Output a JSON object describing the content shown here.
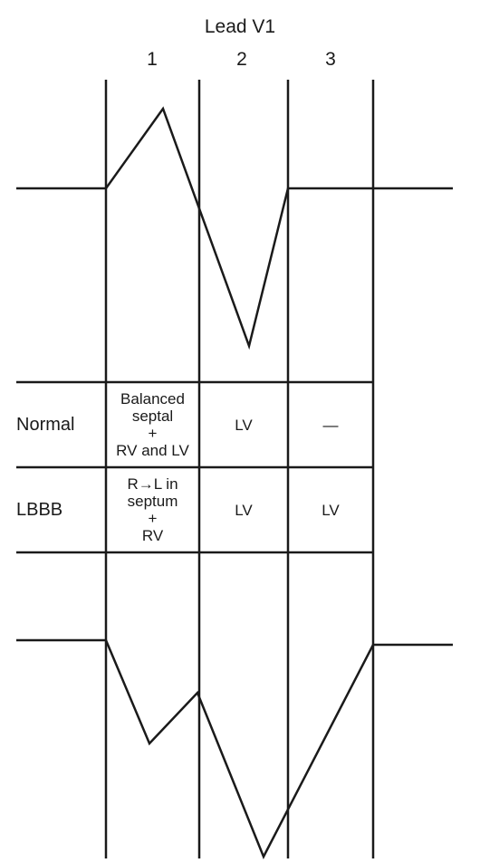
{
  "title": "Lead V1",
  "columns": [
    "1",
    "2",
    "3"
  ],
  "rows": [
    {
      "label": "Normal",
      "cells": [
        [
          "Balanced",
          "septal",
          "+",
          "RV and LV"
        ],
        [
          "LV"
        ],
        [
          "—"
        ]
      ]
    },
    {
      "label": "LBBB",
      "cells": [
        [
          "R→L in",
          "septum",
          "+",
          "RV"
        ],
        [
          "LV"
        ],
        [
          "LV"
        ]
      ]
    }
  ]
}
